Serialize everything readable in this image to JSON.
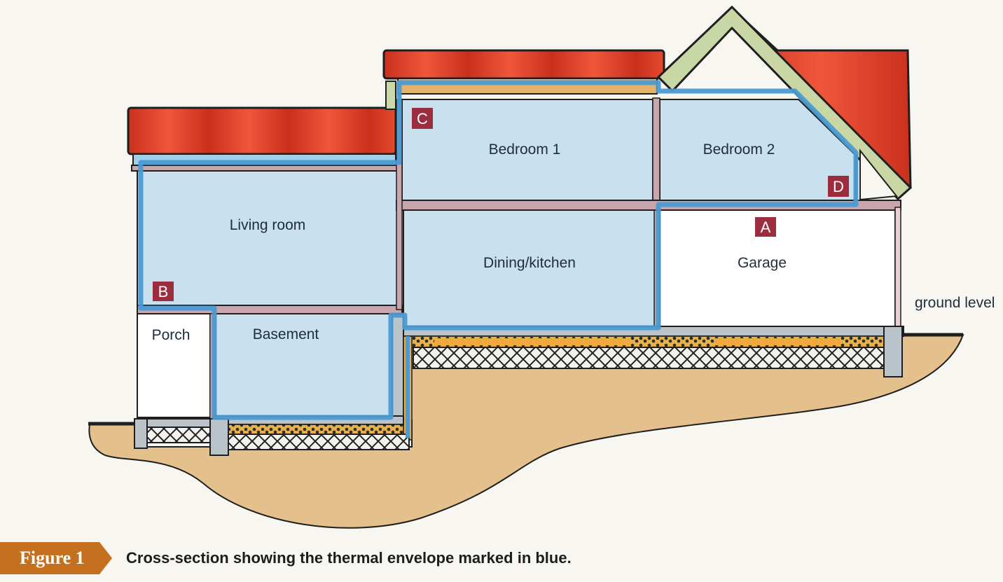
{
  "rooms": {
    "living_room": "Living room",
    "bedroom1": "Bedroom 1",
    "bedroom2": "Bedroom 2",
    "dining_kitchen": "Dining/kitchen",
    "garage": "Garage",
    "porch": "Porch",
    "basement": "Basement"
  },
  "ground_label": "ground level",
  "markers": {
    "a": "A",
    "b": "B",
    "c": "C",
    "d": "D"
  },
  "figure": {
    "tag": "Figure 1",
    "caption": "Cross-section showing the thermal envelope marked in blue."
  },
  "colors": {
    "envelope_blue": "#4a9bd4",
    "room_fill": "#c9e0ee",
    "roof_red": "#e0462a",
    "marker_red": "#9b2d3f",
    "soil": "#e4c08c",
    "figure_tag": "#c4701f"
  }
}
